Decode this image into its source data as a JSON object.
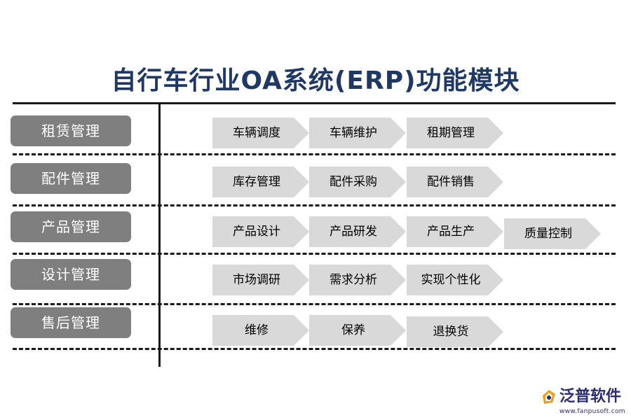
{
  "title": "自行车行业OA系统(ERP)功能模块",
  "categories": [
    {
      "label": "租赁管理",
      "items": [
        "车辆调度",
        "车辆维护",
        "租期管理"
      ]
    },
    {
      "label": "配件管理",
      "items": [
        "库存管理",
        "配件采购",
        "配件销售"
      ]
    },
    {
      "label": "产品管理",
      "items": [
        "产品设计",
        "产品研发",
        "产品生产",
        "质量控制"
      ]
    },
    {
      "label": "设计管理",
      "items": [
        "市场调研",
        "需求分析",
        "实现个性化"
      ]
    },
    {
      "label": "售后管理",
      "items": [
        "维修",
        "保养",
        "退换货"
      ]
    }
  ],
  "brand": {
    "name": "泛普软件",
    "url": "www.fanpusoft.com",
    "logo_icon": "fanpu-logo-icon"
  },
  "colors": {
    "title": "#1f3864",
    "category_fill": "#7f7f7f",
    "step_fill": "#d9d9d9",
    "lines": "#1a1a1a"
  }
}
